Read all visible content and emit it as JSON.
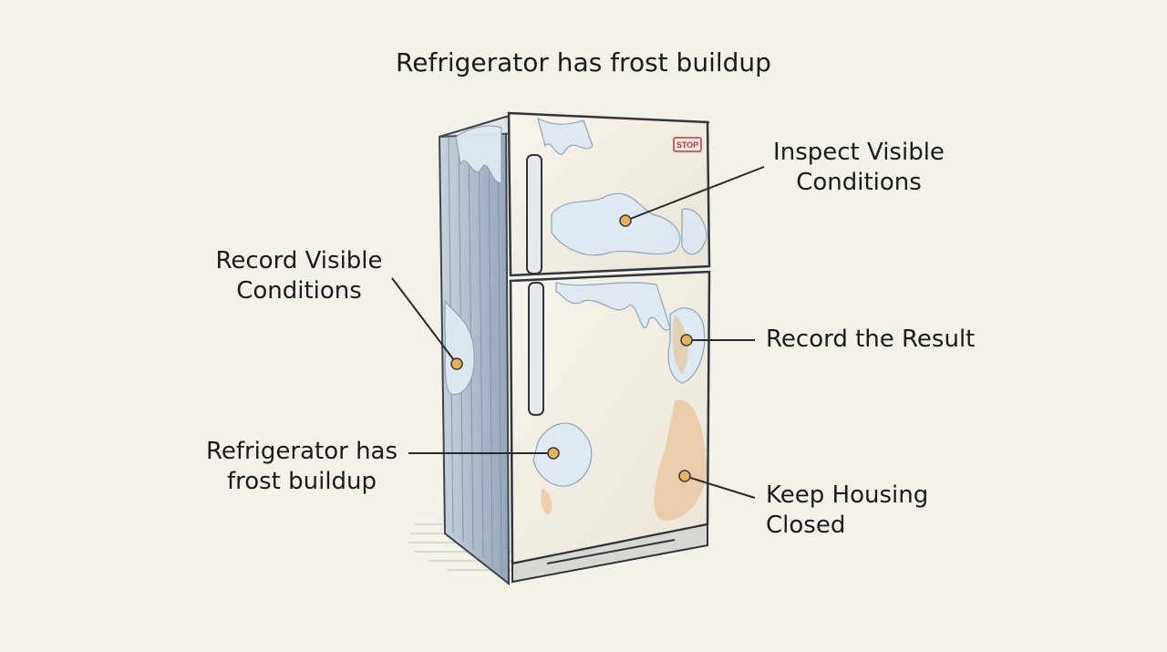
{
  "title": "Refrigerator has frost buildup",
  "stop_sign": "STOP",
  "labels": {
    "inspect": [
      "Inspect Visible",
      "Conditions"
    ],
    "record_visible": [
      "Record Visible",
      "Conditions"
    ],
    "record_result": [
      "Record the Result"
    ],
    "frost": [
      "Refrigerator has",
      "frost buildup"
    ],
    "housing": [
      "Keep Housing",
      "Closed"
    ]
  },
  "colors": {
    "background": "#f4f1e9",
    "marker": "#e8b25a",
    "stop_sign": "#d9534f",
    "frost": "#dfe9f2",
    "rust": "#e6b070"
  },
  "icons": [
    "refrigerator-icon",
    "stop-sign-icon"
  ]
}
